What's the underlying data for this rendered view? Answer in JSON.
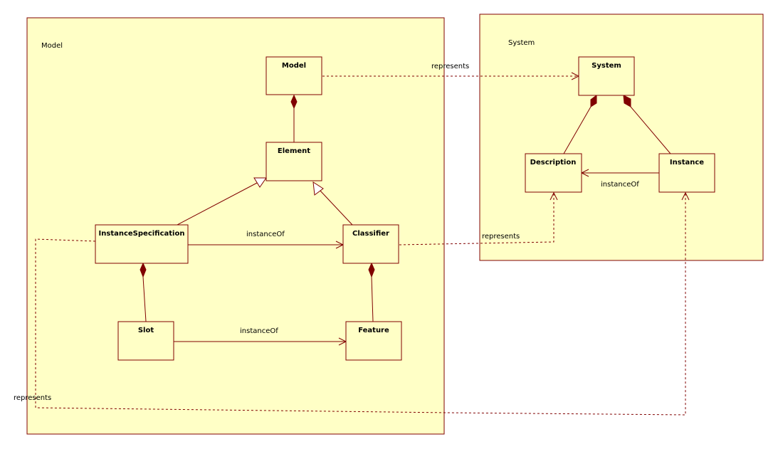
{
  "packages": {
    "model": {
      "label": "Model"
    },
    "system": {
      "label": "System"
    }
  },
  "classes": {
    "model": "Model",
    "element": "Element",
    "instance_specification": "InstanceSpecification",
    "classifier": "Classifier",
    "slot": "Slot",
    "feature": "Feature",
    "system": "System",
    "description": "Description",
    "instance": "Instance"
  },
  "edge_labels": {
    "model_represents_system": "represents",
    "instspec_instanceof_classifier": "instanceOf",
    "slot_instanceof_feature": "instanceOf",
    "instance_instanceof_description": "instanceOf",
    "classifier_represents_description": "represents",
    "instspec_represents_instance": "represents"
  },
  "colors": {
    "fill": "#ffffc6",
    "stroke": "#800000"
  }
}
